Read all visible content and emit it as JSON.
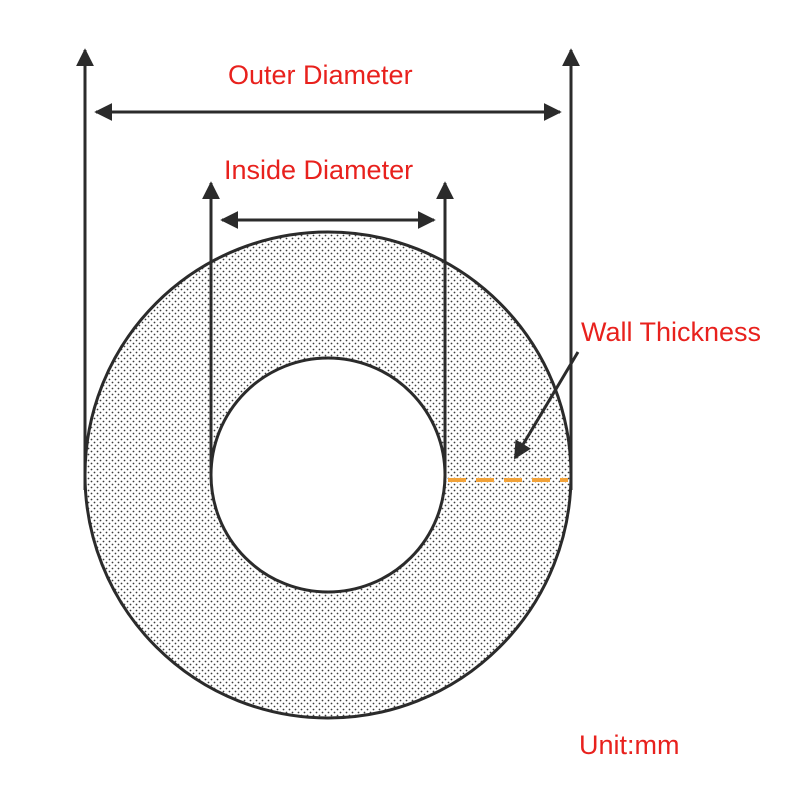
{
  "labels": {
    "outer_diameter": "Outer Diameter",
    "inside_diameter": "Inside Diameter",
    "wall_thickness": "Wall Thickness",
    "unit": "Unit:mm"
  },
  "colors": {
    "label_text": "#e8211d",
    "line": "#2b2b2b",
    "ring_fill": "#ffffff",
    "dot_stipple": "#3c3c3c",
    "wall_dash": "#f2a33a"
  }
}
